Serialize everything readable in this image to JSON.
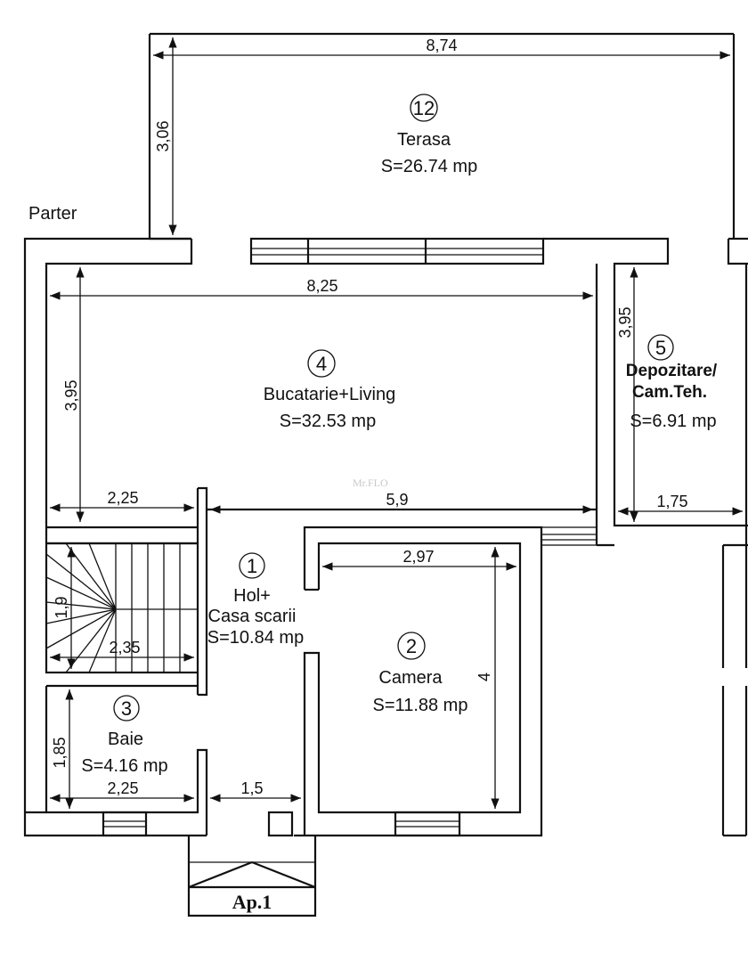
{
  "floor_label": "Parter",
  "watermark": "Mr.FLO",
  "apartment_label": "Ap.1",
  "rooms": [
    {
      "number": "12",
      "name": "Terasa",
      "area": "S=26.74 mp"
    },
    {
      "number": "4",
      "name": "Bucatarie+Living",
      "area": "S=32.53 mp"
    },
    {
      "number": "5",
      "name_line1": "Depozitare/",
      "name_line2": "Cam.Teh.",
      "area": "S=6.91 mp"
    },
    {
      "number": "1",
      "name_line1": "Hol+",
      "name_line2": "Casa scarii",
      "area": "S=10.84 mp"
    },
    {
      "number": "2",
      "name": "Camera",
      "area": "S=11.88 mp"
    },
    {
      "number": "3",
      "name": "Baie",
      "area": "S=4.16 mp"
    }
  ],
  "dimensions": {
    "terasa_width": "8,74",
    "terasa_depth": "3,06",
    "living_width": "8,25",
    "living_depth": "3,95",
    "living_bottom_left": "2,25",
    "living_bottom_right": "5,9",
    "depozitare_depth": "3,95",
    "depozitare_width": "1,75",
    "camera_width": "2,97",
    "camera_depth": "4",
    "stair_depth": "1,9",
    "stair_width": "2,35",
    "baie_depth": "1,85",
    "baie_width": "2,25",
    "corridor_width": "1,5"
  }
}
